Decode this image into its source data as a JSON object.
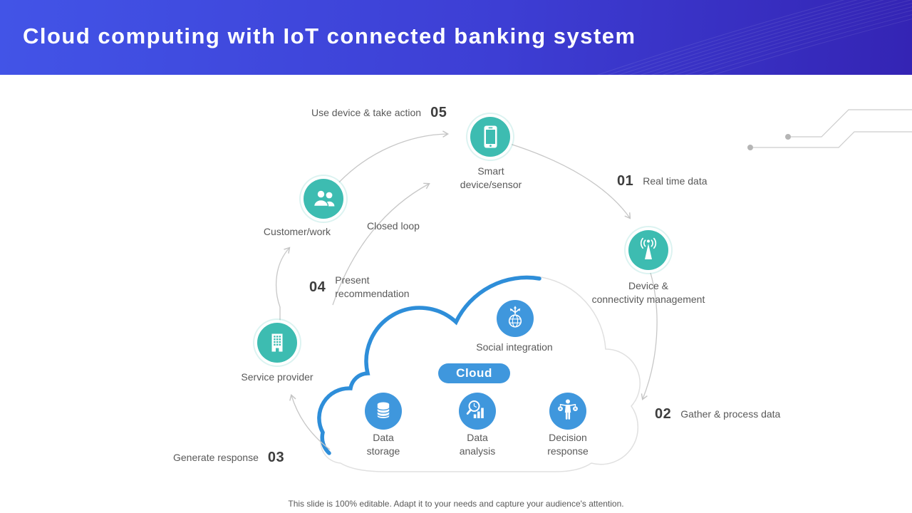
{
  "header": {
    "title": "Cloud computing with IoT connected banking system"
  },
  "footer": {
    "note": "This slide is 100% editable. Adapt it to your needs and capture your audience's attention."
  },
  "diagram": {
    "closed_loop": "Closed loop",
    "steps": {
      "s01": {
        "num": "01",
        "label": "Real time data"
      },
      "s02": {
        "num": "02",
        "label": "Gather & process data"
      },
      "s03": {
        "num": "03",
        "label": "Generate response"
      },
      "s04": {
        "num": "04",
        "label": "Present\nrecommendation"
      },
      "s05": {
        "num": "05",
        "label": "Use device & take action"
      }
    },
    "nodes": {
      "smart_device": "Smart\ndevice/sensor",
      "customer": "Customer/work",
      "service_provider": "Service provider",
      "device_connectivity": "Device &\nconnectivity management"
    },
    "cloud": {
      "label": "Cloud",
      "social": "Social integration",
      "storage": "Data\nstorage",
      "analysis": "Data\nanalysis",
      "decision": "Decision\nresponse"
    }
  },
  "colors": {
    "header_gradient_left": "#4254e7",
    "header_gradient_right": "#3424b4",
    "teal": "#3dbcb1",
    "blue": "#3f97dd",
    "cloud_edge_blue": "#2e8ed9",
    "cloud_edge_gray": "#e0e0e0",
    "arrow_gray": "#c4c4c4",
    "text_gray": "#595959",
    "number_dark": "#3d3d3d"
  }
}
